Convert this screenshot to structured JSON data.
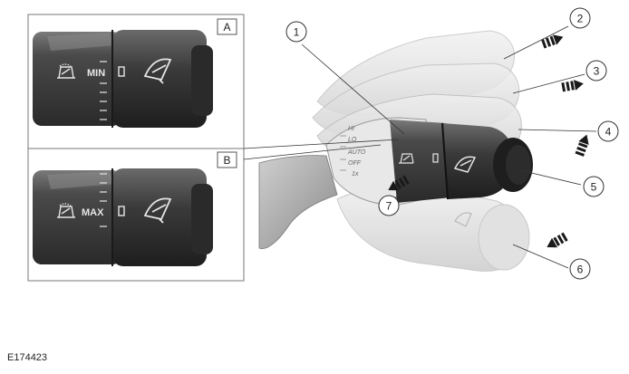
{
  "figure_id": "E174423",
  "insets": [
    {
      "label": "A",
      "left_text": "MIN"
    },
    {
      "label": "B",
      "left_text": "MAX"
    }
  ],
  "callouts": [
    "1",
    "2",
    "3",
    "4",
    "5",
    "6",
    "7"
  ],
  "stalk_scale_labels": [
    "HI",
    "LO",
    "AUTO",
    "OFF",
    "1x"
  ],
  "colors": {
    "stalk_dark": "#3a3a3a",
    "stalk_mid": "#5b5b5b",
    "stalk_light": "#e2e2e2",
    "outline": "#555555",
    "arrow": "#1a1a1a"
  }
}
